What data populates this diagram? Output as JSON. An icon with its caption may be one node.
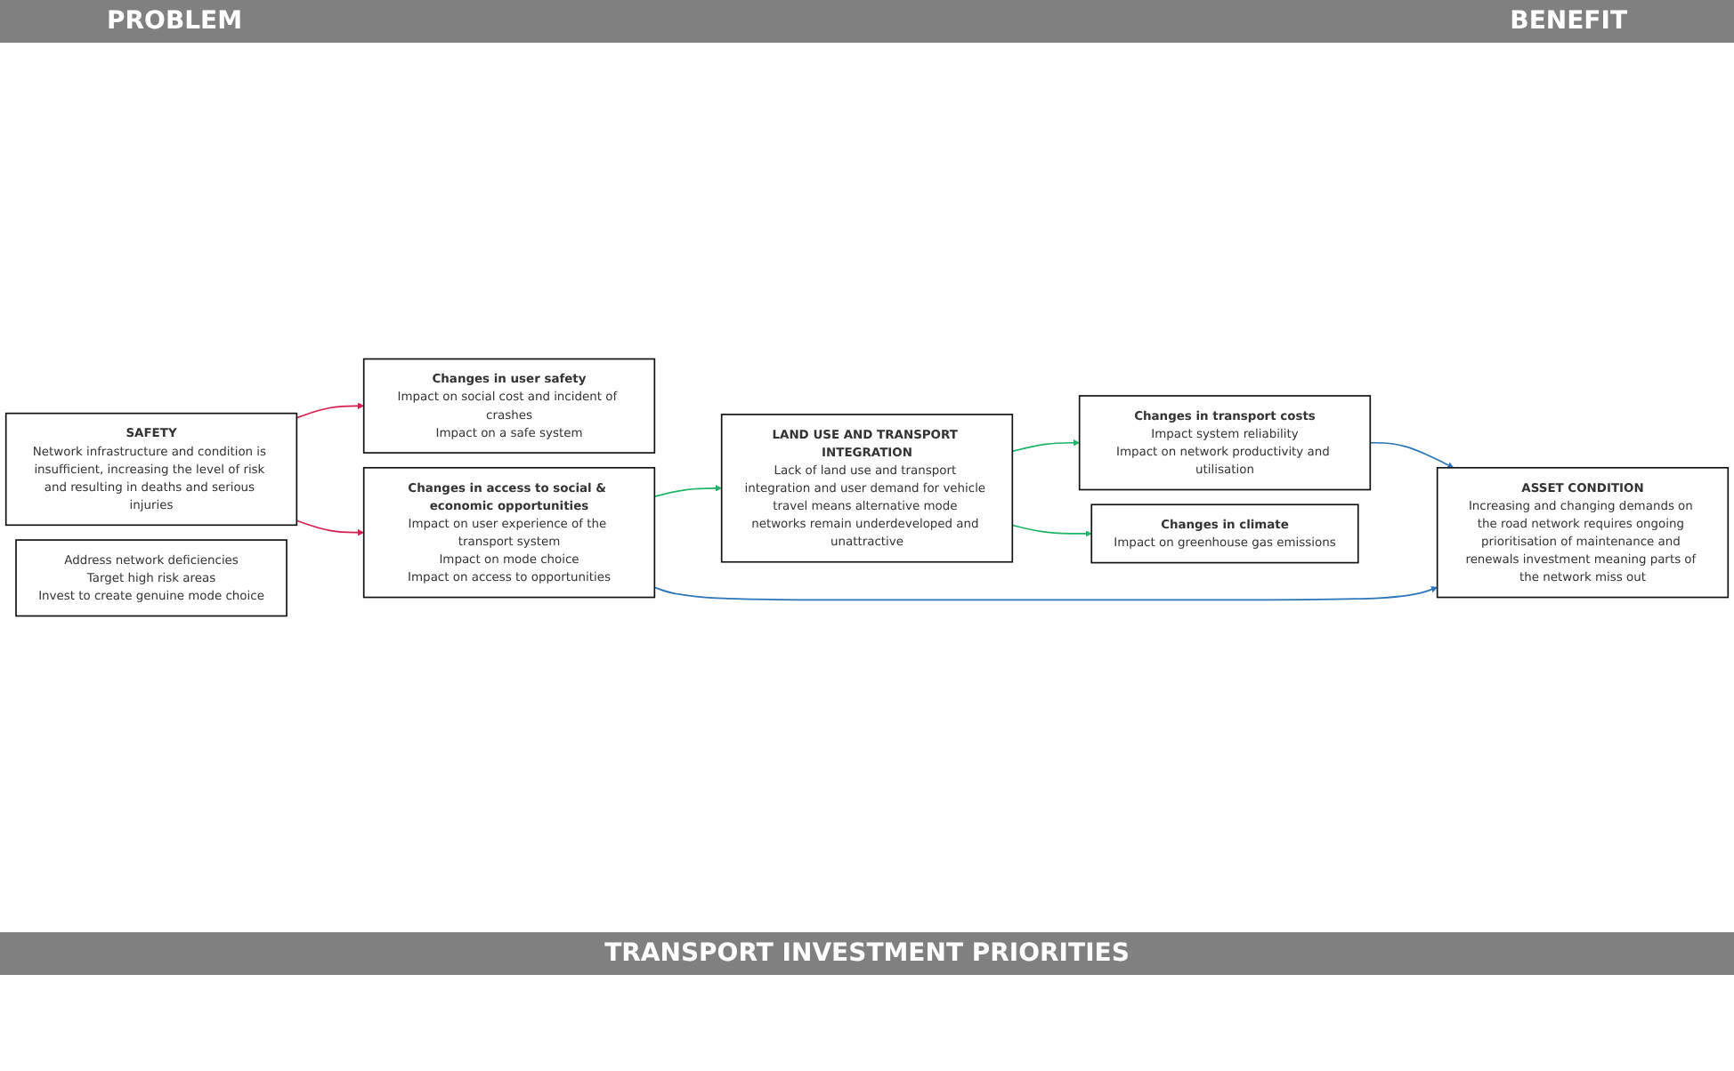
{
  "diagram": {
    "nodes": [
      {
        "text": [
          "SAFETY",
          "Network infrastructure and condition is insufficient, increasing the level of risk and resulting in deaths and serious injuries"
        ]
      },
      {
        "text": [
          "ASSET CONDITION",
          "Increasing and changing demands on the road network requires ongoing prioritisation of maintenance and renewals investment meaning parts of the network miss out"
        ]
      },
      {
        "text": [
          "LAND USE AND TRANSPORT INTEGRATION",
          "Lack of land use and transport integration and user demand for vehicle travel means alternative mode networks remain underdeveloped and unattractive"
        ]
      },
      {
        "text": [
          "Changes in user safety",
          "Impact on social cost and incident of crashes",
          "Impact on a safe system"
        ]
      },
      {
        "text": [
          "Changes in transport costs",
          "Impact system reliability",
          "Impact on network productivity and utilisation"
        ]
      },
      {
        "text": [
          "Changes in climate",
          "Impact on greenhouse gas emissions"
        ]
      },
      {
        "text": [
          "Changes in access to social & economic opportunities",
          "Impact on user experience of the transport system",
          "Impact on mode choice",
          "Impact on access to opportunities"
        ]
      },
      {
        "text": [
          "Address network deficiencies",
          "Target high risk areas",
          "Invest to create genuine mode choice"
        ]
      }
    ],
    "edges": [
      {
        "from": 0,
        "to": 3,
        "arrow": "to",
        "color": "#d81b4e"
      },
      {
        "from": 0,
        "to": 6,
        "arrow": "to",
        "color": "#d81b4e"
      },
      {
        "from": 4,
        "to": 1,
        "arrow": "to",
        "color": "#2a74b8"
      },
      {
        "from": 6,
        "to": 1,
        "arrow": "to",
        "color": "#2a74b8"
      },
      {
        "from": 2,
        "to": 4,
        "arrow": "to"
      },
      {
        "from": 2,
        "to": 5,
        "arrow": "to"
      },
      {
        "from": 6,
        "to": 2,
        "arrow": "to"
      }
    ],
    "labels": [
      "PROBLEM",
      "BENEFIT",
      "TRANSPORT INVESTMENT PRIORITIES"
    ]
  }
}
